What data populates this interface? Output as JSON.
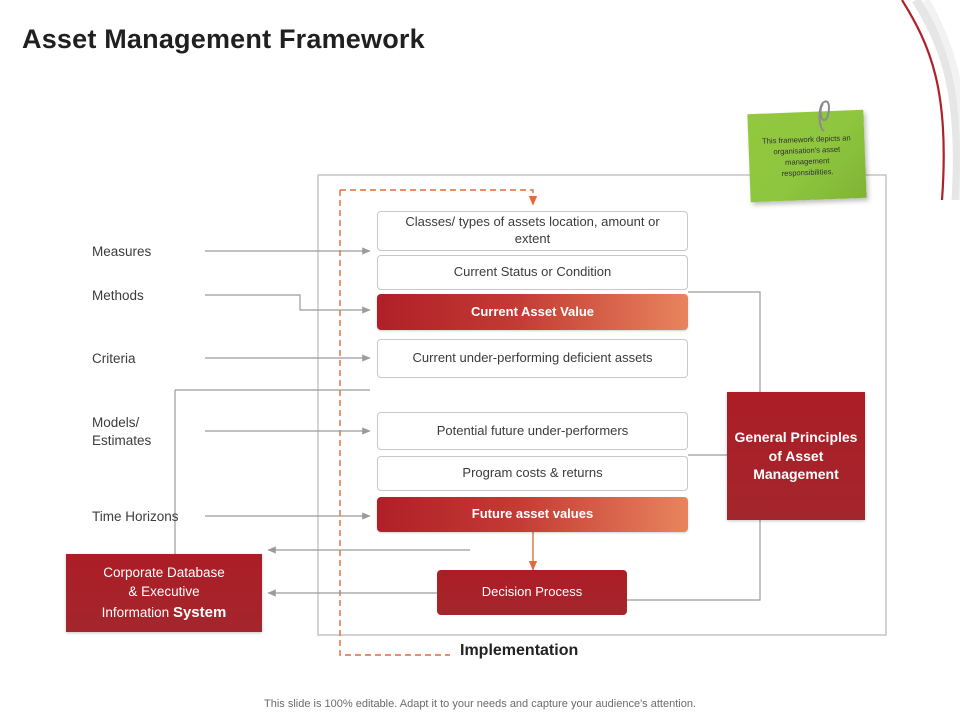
{
  "title": "Asset Management Framework",
  "footer": "This slide is 100% editable. Adapt it to your needs and capture your audience's attention.",
  "sticky_note": {
    "text": "This framework depicts an organisation's asset management responsibilities.",
    "color": "#8ec63f"
  },
  "left_labels": [
    {
      "label": "Measures"
    },
    {
      "label": "Methods"
    },
    {
      "label": "Criteria"
    },
    {
      "label": "Models/\nEstimates"
    },
    {
      "label": "Time Horizons"
    }
  ],
  "center_boxes": [
    {
      "label": "Classes/  types of assets location, amount or extent",
      "highlight": false
    },
    {
      "label": "Current Status or Condition",
      "highlight": false
    },
    {
      "label": "Current Asset Value",
      "highlight": true
    },
    {
      "label": "Current under-performing deficient assets",
      "highlight": false
    },
    {
      "label": "Potential future under-performers",
      "highlight": false
    },
    {
      "label": "Program costs & returns",
      "highlight": false
    },
    {
      "label": "Future asset values",
      "highlight": true
    },
    {
      "label": "Decision Process",
      "highlight": false
    }
  ],
  "right_box": {
    "label": "General Principles of Asset Management"
  },
  "corporate_box": {
    "line1": "Corporate Database",
    "line2": "& Executive",
    "line3": "Information ",
    "emphasis": "System"
  },
  "implementation_label": "Implementation",
  "colors": {
    "accent_red": "#ad1d26",
    "gradient_end": "#e8845d",
    "dashed_orange": "#e06c3a",
    "sticky_green": "#8ec63f",
    "border_gray": "#c8c8c8",
    "arrow_gray": "#9b9b9b"
  }
}
